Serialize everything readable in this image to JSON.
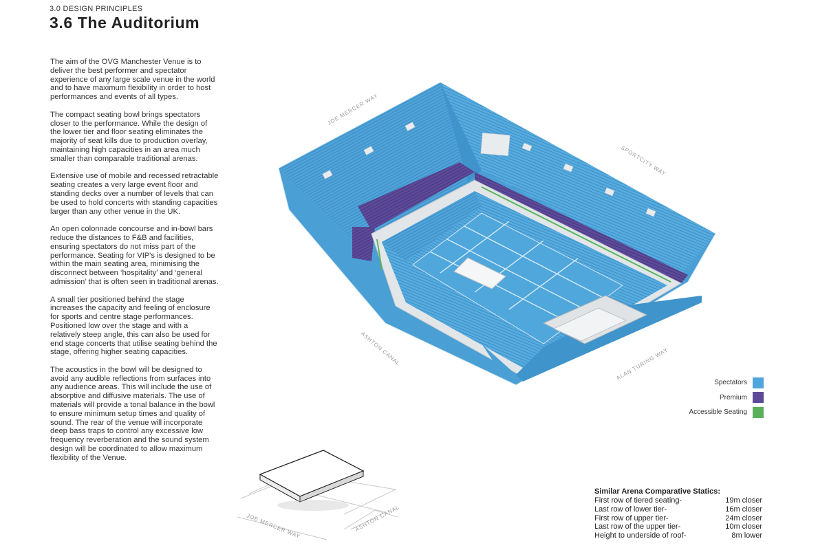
{
  "header": {
    "section": "3.0 DESIGN PRINCIPLES",
    "title": "3.6 The Auditorium"
  },
  "paragraphs": [
    "The aim of the OVG Manchester Venue is to deliver the best performer and spectator experience of any large scale venue in the world and to have maximum flexibility in order to host performances and events of all types.",
    "The compact seating bowl brings spectators closer to the performance. While the design of the lower tier and floor seating eliminates the majority of seat kills due to production overlay, maintaining high capacities in an area much smaller than comparable traditional arenas.",
    "Extensive use of mobile and recessed retractable seating creates a very large event floor and standing decks over a number of levels that can be used to hold concerts with standing capacities larger than any other venue in the UK.",
    "An open colonnade concourse and in-bowl bars reduce the distances to F&B and facilities, ensuring spectators do not miss part of the performance. Seating for VIP's is designed to be within the main seating area, minimising the disconnect between ‘hospitality’ and ‘general admission’ that is often seen in traditional arenas.",
    "A small tier positioned behind the stage increases the capacity and feeling of enclosure for sports and centre stage performances. Positioned low over the stage and with a relatively steep angle, this can also be used for end stage concerts that utilise seating behind the stage, offering higher seating capacities.",
    "The acoustics in the bowl will be designed to avoid any audible reflections from surfaces into any audience areas. This will include the use of absorptive and diffusive materials. The use of materials will provide a tonal balance in the bowl to ensure minimum setup times and quality of sound. The rear of the venue will incorporate deep bass traps to control any excessive low frequency reverberation and the sound system design will be coordinated to allow maximum flexibility of the Venue."
  ],
  "streets": {
    "joe_mercer_way": "JOE MERCER WAY",
    "sportcity_way": "SPORTCITY WAY",
    "ashton_canal": "ASHTON CANAL",
    "alan_turing_way": "ALAN TURING WAY"
  },
  "colors": {
    "spectators": "#4fa3d8",
    "premium": "#5d4a9a",
    "accessible": "#5bb35a"
  },
  "legend": [
    {
      "label": "Spectators",
      "color": "#4ea6dc"
    },
    {
      "label": "Premium",
      "color": "#5c4a96"
    },
    {
      "label": "Accessible Seating",
      "color": "#5aaf5a"
    }
  ],
  "stats": {
    "title": "Similar Arena Comparative Statics:",
    "rows": [
      {
        "label": "First row of tiered seating-",
        "value": "19m closer"
      },
      {
        "label": "Last row of lower tier-",
        "value": "16m closer"
      },
      {
        "label": "First row of upper tier-",
        "value": "24m closer"
      },
      {
        "label": "Last row of the upper tier-",
        "value": "10m closer"
      },
      {
        "label": "Height to underside of roof-",
        "value": "8m lower"
      }
    ]
  }
}
